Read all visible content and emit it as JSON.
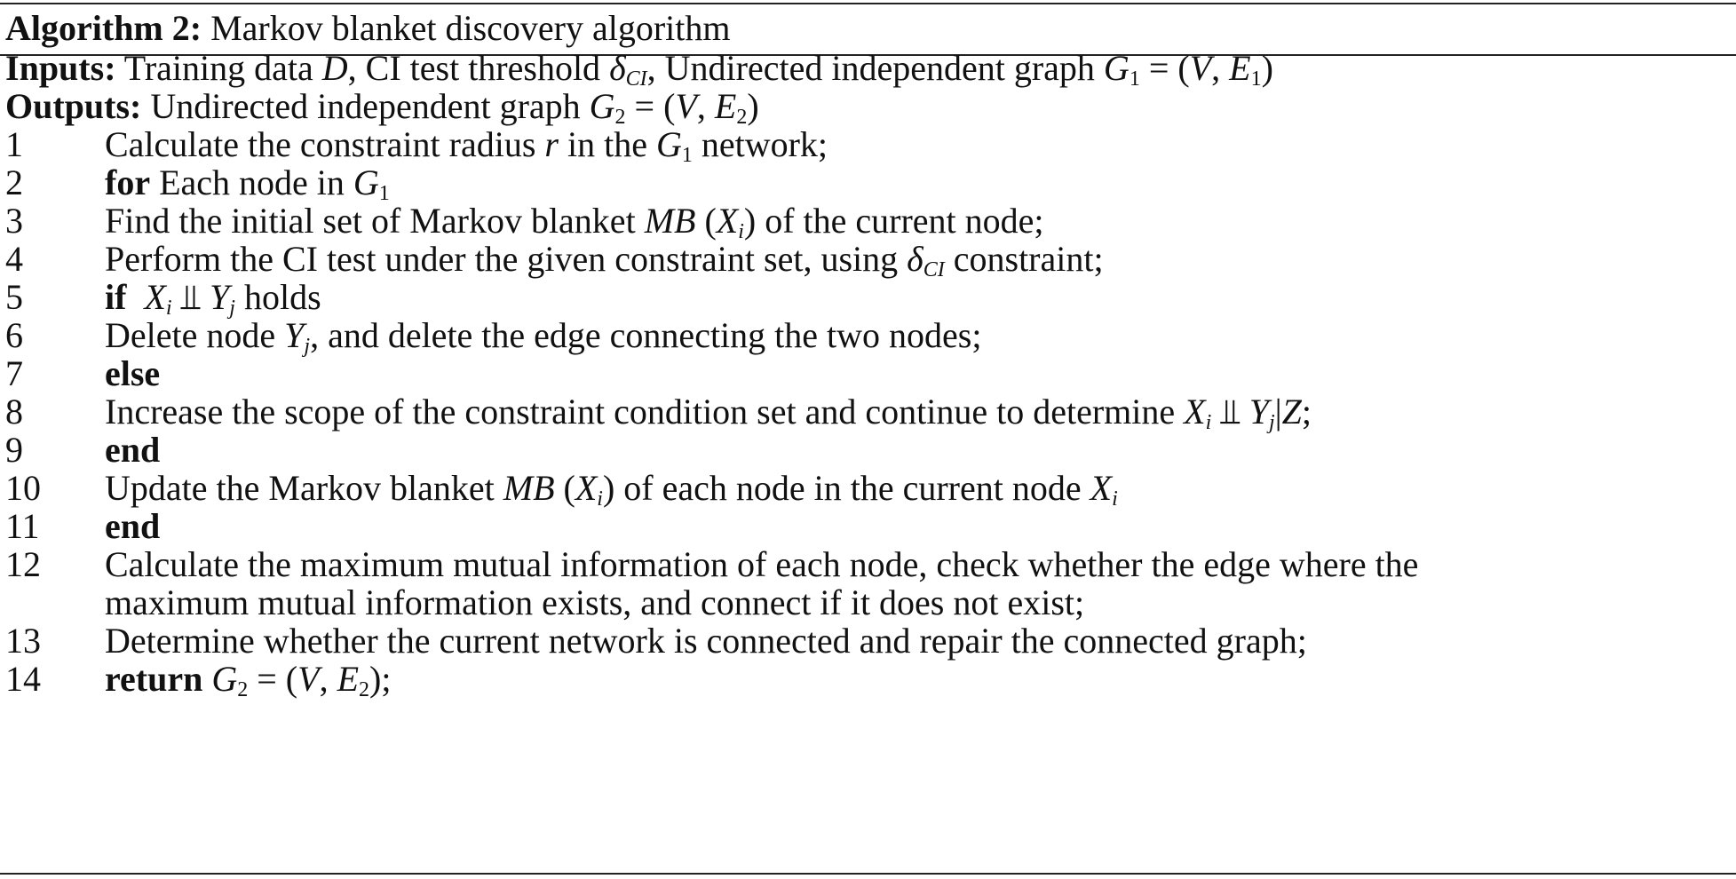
{
  "algorithm": {
    "label": "Algorithm 2:",
    "title": "Markov blanket discovery algorithm"
  },
  "inputs": {
    "label": "Inputs:",
    "text1": "Training data ",
    "D": "D",
    "text2": ", CI test threshold ",
    "delta": "δ",
    "delta_sub": "CI",
    "text3": ", Undirected independent graph ",
    "G": "G",
    "G_sub": "1",
    "eq": " = (",
    "V": "V",
    "comma": ", ",
    "E": "E",
    "E_sub": "1",
    "close": ")"
  },
  "outputs": {
    "label": "Outputs:",
    "text1": "Undirected independent graph ",
    "G": "G",
    "G_sub": "2",
    "eq": " = (",
    "V": "V",
    "comma": ", ",
    "E": "E",
    "E_sub": "2",
    "close": ")"
  },
  "steps": {
    "s1": {
      "num": "1",
      "a": "Calculate the constraint radius ",
      "r": "r",
      "b": "  in the ",
      "G": "G",
      "G_sub": "1",
      "c": "  network;"
    },
    "s2": {
      "num": "2",
      "kw": "for",
      "a": "  Each node in ",
      "G": "G",
      "G_sub": "1"
    },
    "s3": {
      "num": "3",
      "a": "Find the initial set of Markov blanket ",
      "MB": "MB",
      "p1": " (",
      "X": "X",
      "X_sub": "i",
      "p2": ")",
      "b": "  of the current node;"
    },
    "s4": {
      "num": "4",
      "a": "Perform the CI test under the given constraint set, using ",
      "delta": "δ",
      "delta_sub": "CI",
      "b": "  constraint;"
    },
    "s5": {
      "num": "5",
      "kw": "if",
      "X": "X",
      "X_sub": "i",
      "indep": " ⫫ ",
      "Y": "Y",
      "Y_sub": "j",
      "b": "  holds"
    },
    "s6": {
      "num": "6",
      "a": "Delete node ",
      "Y": "Y",
      "Y_sub": "j",
      "b": ", and delete the edge connecting the two nodes;"
    },
    "s7": {
      "num": "7",
      "kw": "else"
    },
    "s8": {
      "num": "8",
      "a": "Increase the scope of the constraint condition set and continue to determine ",
      "X": "X",
      "X_sub": "i",
      "indep": " ⫫ ",
      "Y": "Y",
      "Y_sub": "j",
      "bar": "|",
      "Z": "Z",
      "b": ";"
    },
    "s9": {
      "num": "9",
      "kw": "end"
    },
    "s10": {
      "num": "10",
      "a": "Update the Markov blanket ",
      "MB": "MB",
      "p1": " (",
      "X": "X",
      "X_sub": "i",
      "p2": ")",
      "b": "  of each node in the current node ",
      "X2": "X",
      "X2_sub": "i"
    },
    "s11": {
      "num": "11",
      "kw": "end"
    },
    "s12": {
      "num": "12",
      "line1": "Calculate the maximum mutual information of each node, check whether the edge where the",
      "line2": "maximum mutual information exists, and connect if it does not exist;"
    },
    "s13": {
      "num": "13",
      "a": "Determine whether the current network is connected and repair the connected graph;"
    },
    "s14": {
      "num": "14",
      "kw": "return",
      "sp": "  ",
      "G": "G",
      "G_sub": "2",
      "eq": " = (",
      "V": "V",
      "comma": ", ",
      "E": "E",
      "E_sub": "2",
      "close": ");"
    }
  }
}
